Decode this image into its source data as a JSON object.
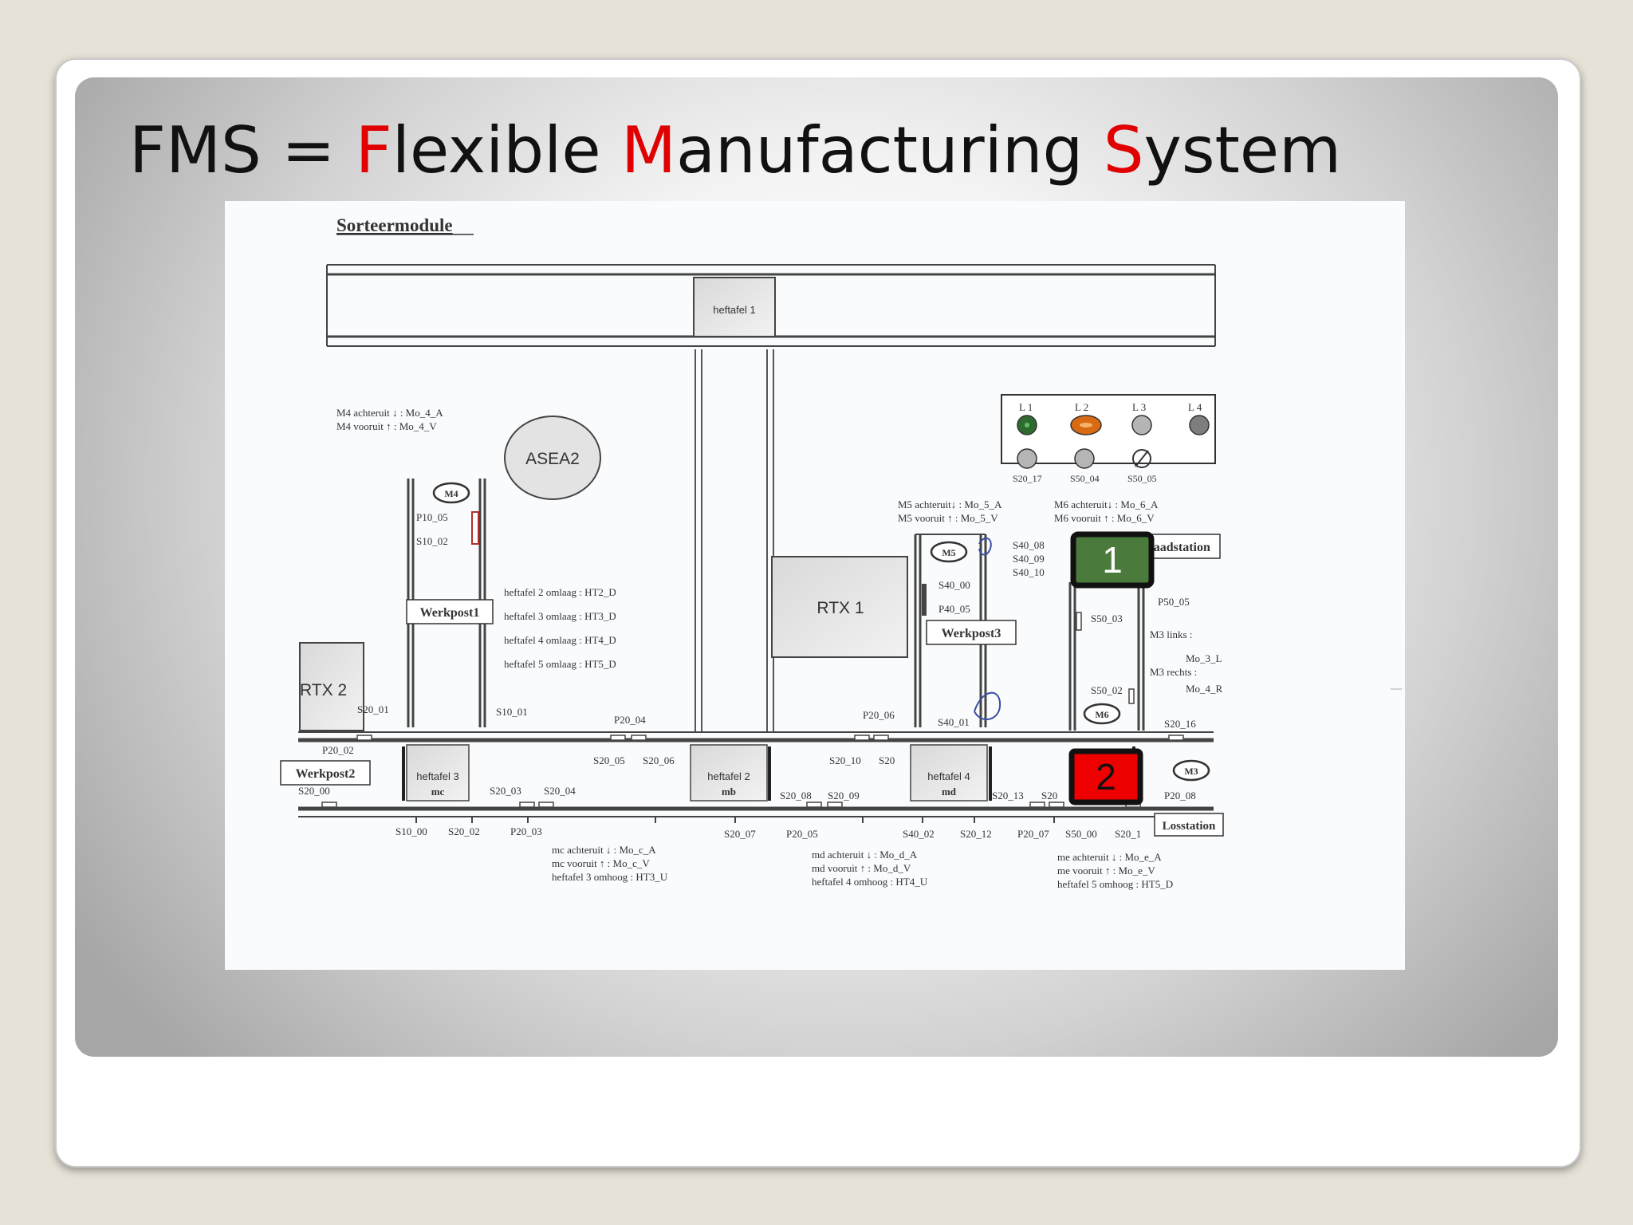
{
  "slide": {
    "title_parts": [
      "FMS = ",
      "F",
      "lexible ",
      "M",
      "anufacturing ",
      "S",
      "ystem"
    ],
    "accent_color": "#e00000"
  },
  "diagram": {
    "heading": "Sorteermodule",
    "stations": {
      "heftafel1": "heftafel 1",
      "asea2": "ASEA2",
      "rtx1": "RTX 1",
      "rtx2": "RTX 2",
      "werkpost1": "Werkpost1",
      "werkpost2": "Werkpost2",
      "werkpost3": "Werkpost3",
      "laadstation": "Laadstation",
      "losstation": "Losstation",
      "heftafel2": "heftafel 2",
      "heftafel2_sub": "mb",
      "heftafel3": "heftafel 3",
      "heftafel3_sub": "mc",
      "heftafel4": "heftafel 4",
      "heftafel4_sub": "md"
    },
    "motors": {
      "m3": "M3",
      "m4": "M4",
      "m5": "M5",
      "m6": "M6"
    },
    "lamp_labels": [
      "L 1",
      "L 2",
      "L 3",
      "L 4"
    ],
    "button_labels": [
      "S20_17",
      "S50_04",
      "S50_05"
    ],
    "lamp_colors": [
      "#2e6b2e",
      "#d76a12",
      "#b5b5b5",
      "#7d7d7d"
    ],
    "markers": [
      {
        "label": "1",
        "color": "#4a7a3c"
      },
      {
        "label": "2",
        "color": "#ee0000"
      }
    ],
    "notes": {
      "m4": [
        "M4 achteruit ↓ : Mo_4_A",
        "M4 vooruit  ↑ : Mo_4_V"
      ],
      "m5": [
        "M5 achteruit↓ : Mo_5_A",
        "M5 vooruit  ↑ : Mo_5_V"
      ],
      "m6": [
        "M6 achteruit↓ : Mo_6_A",
        "M6 vooruit  ↑ : Mo_6_V"
      ],
      "heftafels": [
        "heftafel 2 omlaag : HT2_D",
        "heftafel 3 omlaag : HT3_D",
        "heftafel 4 omlaag : HT4_D",
        "heftafel 5 omlaag : HT5_D"
      ],
      "mc": [
        "mc achteruit ↓ : Mo_c_A",
        "mc vooruit  ↑ : Mo_c_V",
        "heftafel 3 omhoog : HT3_U"
      ],
      "md": [
        "md achteruit ↓ : Mo_d_A",
        "md vooruit  ↑ : Mo_d_V",
        "heftafel 4 omhoog : HT4_U"
      ],
      "me": [
        "me achteruit ↓ : Mo_e_A",
        "me vooruit  ↑ : Mo_e_V",
        "heftafel 5 omhoog : HT5_D"
      ],
      "m3": [
        "M3 links :",
        "Mo_3_L",
        "M3 rechts :",
        "Mo_4_R"
      ]
    },
    "sensors": {
      "p10_05": "P10_05",
      "s10_02": "S10_02",
      "s20_01": "S20_01",
      "p20_02": "P20_02",
      "s20_00": "S20_00",
      "s10_01": "S10_01",
      "p20_04": "P20_04",
      "s20_05": "S20_05",
      "s20_06": "S20_06",
      "s20_03": "S20_03",
      "s20_04": "S20_04",
      "s10_00": "S10_00",
      "s20_02": "S20_02",
      "p20_03": "P20_03",
      "s20_10": "S20_10",
      "s20": "S20",
      "s20_08": "S20_08",
      "s20_09": "S20_09",
      "s20_07": "S20_07",
      "p20_05": "P20_05",
      "p20_06": "P20_06",
      "s40_00": "S40_00",
      "p40_05": "P40_05",
      "s40_01": "S40_01",
      "s40_08": "S40_08",
      "s40_09": "S40_09",
      "s40_10": "S40_10",
      "p50_05": "P50_05",
      "s50_03": "S50_03",
      "s50_02": "S50_02",
      "s20_16": "S20_16",
      "p20_08": "P20_08",
      "s40_02": "S40_02",
      "s20_12": "S20_12",
      "p20_07": "P20_07",
      "s50_00": "S50_00",
      "s20_1x": "S20_1",
      "s20_13": "S20_13",
      "s20_14": "S20"
    }
  }
}
